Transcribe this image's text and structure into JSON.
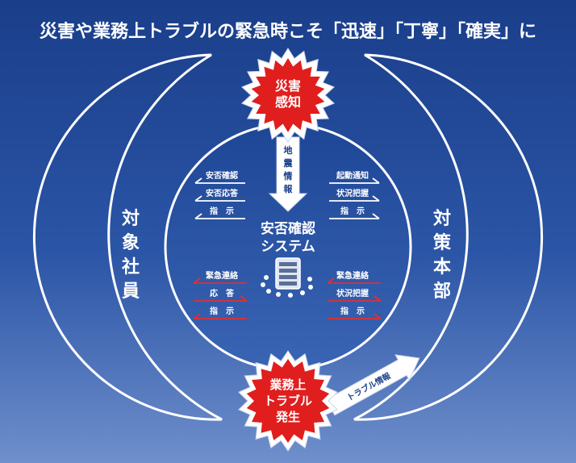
{
  "title": "災害や業務上トラブルの緊急時こそ「迅速」「丁寧」「確実」に",
  "left_group": {
    "chars": [
      "対",
      "象",
      "社",
      "員"
    ]
  },
  "right_group": {
    "chars": [
      "対",
      "策",
      "本",
      "部"
    ]
  },
  "top_burst": {
    "line1": "災害",
    "line2": "感知"
  },
  "bottom_burst": {
    "line1": "業務上",
    "line2": "トラブル",
    "line3": "発生"
  },
  "quake_info": {
    "chars": [
      "地",
      "震",
      "情",
      "報"
    ]
  },
  "trouble_info": "トラブル情報",
  "center": {
    "line1": "安否確認",
    "line2": "システム"
  },
  "flows": {
    "upper_left": [
      "安否確認",
      "安否応答",
      "指　示"
    ],
    "upper_right": [
      "起動通知",
      "状況把握",
      "指　示"
    ],
    "lower_left": [
      "緊急連絡",
      "応　答",
      "指　示"
    ],
    "lower_right": [
      "緊急連絡",
      "状況把握",
      "指　示"
    ]
  },
  "colors": {
    "bg_top": "#1a3e8a",
    "bg_bottom": "#6f8fcc",
    "burst_red": "#e01e1e",
    "arrow_red": "#e03030",
    "white": "#ffffff"
  }
}
